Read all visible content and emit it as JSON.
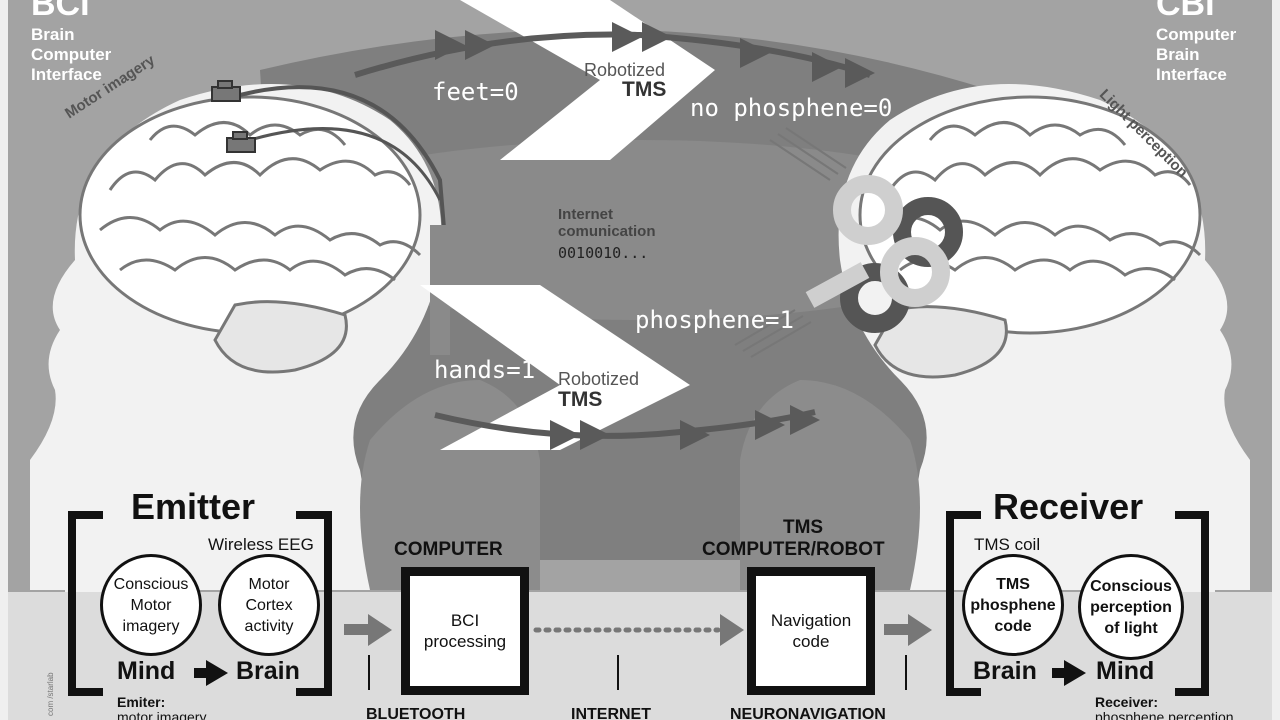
{
  "colors": {
    "background": "#9a9a9a",
    "bottom_panel": "#dcdcdc",
    "band_dark": "#6e6e6e",
    "ink": "#111111",
    "arrow": "#5a5a5a"
  },
  "top_left": {
    "abbr": "BCI",
    "line1": "Brain",
    "line2": "Computer",
    "line3": "Interface"
  },
  "top_right": {
    "abbr": "CBI",
    "line1": "Computer",
    "line2": "Brain",
    "line3": "Interface"
  },
  "left_arc_label": "Motor imagery",
  "right_arc_label": "Light perception",
  "flow_top": {
    "code": "feet=0",
    "robot_line1": "Robotized",
    "robot_line2": "TMS",
    "result": "no phosphene=0"
  },
  "flow_bottom": {
    "code": "hands=1",
    "robot_line1": "Robotized",
    "robot_line2": "TMS",
    "result": "phosphene=1"
  },
  "internet": {
    "line1": "Internet",
    "line2": "comunication",
    "bits": "0010010..."
  },
  "emitter": {
    "title": "Emitter",
    "sublabel": "Wireless EEG",
    "circle1": [
      "Conscious",
      "Motor",
      "imagery"
    ],
    "circle2": [
      "Motor",
      "Cortex",
      "activity"
    ],
    "from": "Mind",
    "to": "Brain",
    "caption1": "Emiter:",
    "caption2": "motor imagery"
  },
  "computer": {
    "title": "COMPUTER",
    "box": [
      "BCI",
      "processing"
    ]
  },
  "tms_computer": {
    "title1": "TMS",
    "title2": "COMPUTER/ROBOT",
    "box": [
      "Navigation",
      "code"
    ]
  },
  "receiver": {
    "title": "Receiver",
    "sublabel": "TMS coil",
    "circle1": [
      "TMS",
      "phosphene",
      "code"
    ],
    "circle2": [
      "Conscious",
      "perception",
      "of light"
    ],
    "from": "Brain",
    "to": "Mind",
    "caption1": "Receiver:",
    "caption2": "phosphene perception"
  },
  "links": {
    "bluetooth": "BLUETOOTH",
    "internet": "INTERNET",
    "neuronavigation": "NEURONAVIGATION"
  },
  "credit": "com /starlab",
  "icons": {
    "connector": "eeg-electrode-icon",
    "coil": "tms-coil-icon",
    "right_arrow": "arrow-right-icon"
  }
}
